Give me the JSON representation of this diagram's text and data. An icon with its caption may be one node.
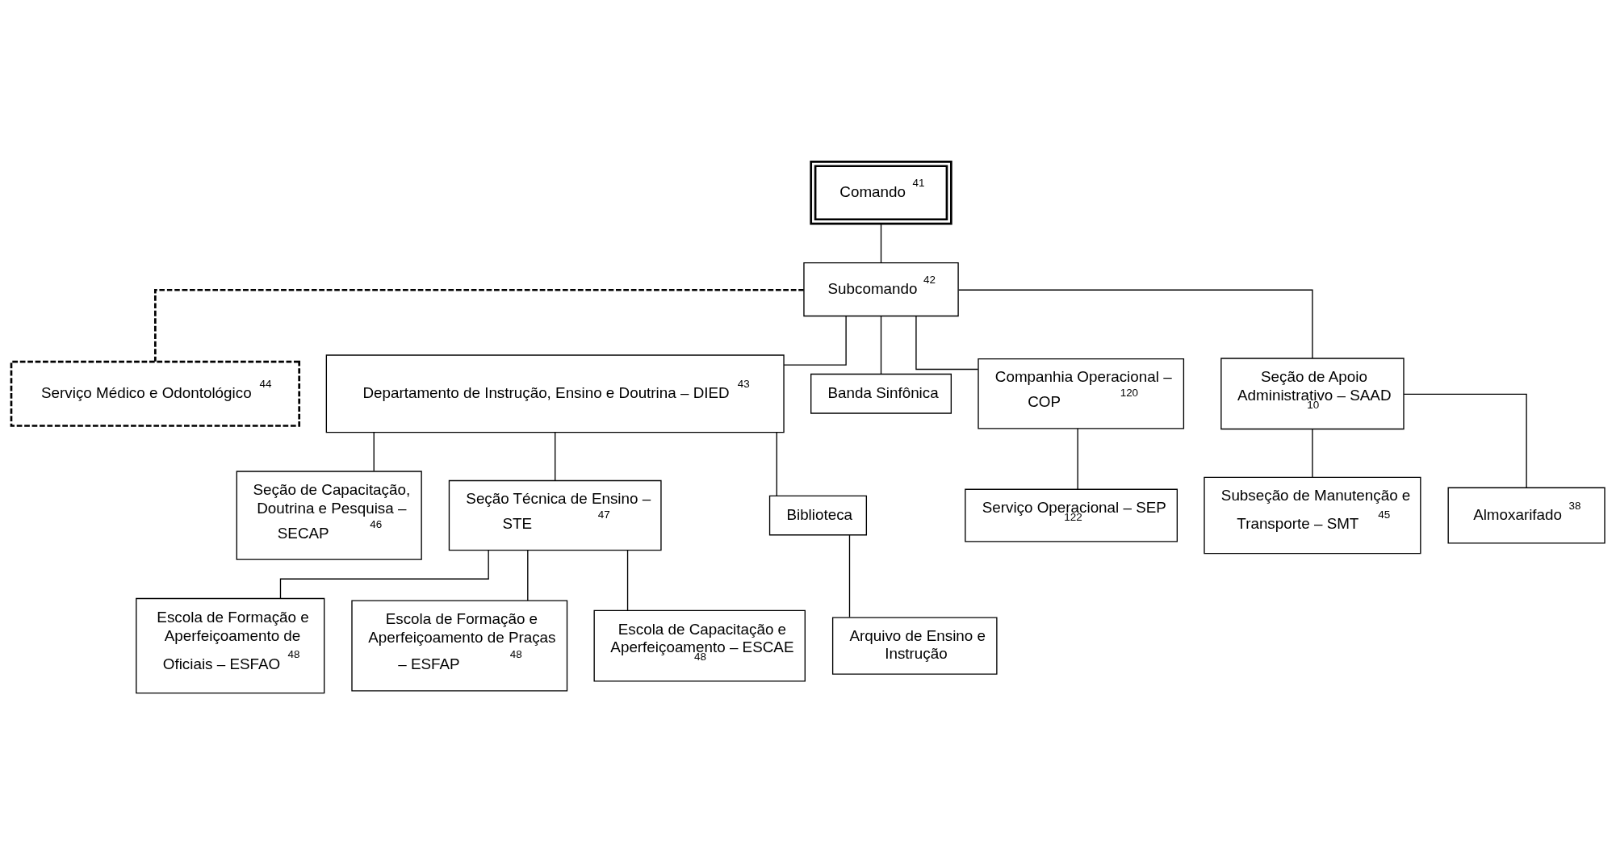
{
  "diagram": {
    "nodes": [
      {
        "text": [
          "Comando $^{41}$"
        ]
      },
      {
        "text": [
          "Subcomando $^{42}$"
        ]
      },
      {
        "text": [
          "Serviço Médico e Odontológico $^{44}$"
        ]
      },
      {
        "text": [
          "Departamento de Instrução, Ensino e Doutrina – DIED $^{43}$"
        ]
      },
      {
        "text": [
          "Banda Sinfônica"
        ]
      },
      {
        "text": [
          "Companhia Operacional – COP $^{120}$"
        ]
      },
      {
        "text": [
          "Seção de Apoio Administrativo – SAAD $^{10}$"
        ]
      },
      {
        "text": [
          "Seção de Capacitação, Doutrina e Pesquisa – SECAP $^{46}$"
        ]
      },
      {
        "text": [
          "Seção Técnica de Ensino – STE $^{47}$"
        ]
      },
      {
        "text": [
          "Biblioteca"
        ]
      },
      {
        "text": [
          "Serviço Operacional – SEP $^{122}$"
        ]
      },
      {
        "text": [
          "Subseção de Manutenção e Transporte – SMT $^{45}$"
        ]
      },
      {
        "text": [
          "Almoxarifado $^{38}$"
        ]
      },
      {
        "text": [
          "Escola de Formação e Aperfeiçoamento de Oficiais – ESFAO $^{48}$"
        ]
      },
      {
        "text": [
          "Escola de Formação e Aperfeiçoamento de Praças – ESFAP $^{48}$"
        ]
      },
      {
        "text": [
          "Escola de Capacitação e Aperfeiçoamento – ESCAE $^{48}$"
        ]
      },
      {
        "text": [
          "Arquivo de Ensino e Instrução"
        ]
      }
    ],
    "edges": [
      {
        "from": 0,
        "to": 1,
        "arrow": "none"
      },
      {
        "from": 1,
        "to": 2,
        "arrow": "none",
        "style": "dashed"
      },
      {
        "from": 1,
        "to": 3,
        "arrow": "none"
      },
      {
        "from": 1,
        "to": 4,
        "arrow": "none"
      },
      {
        "from": 1,
        "to": 5,
        "arrow": "none"
      },
      {
        "from": 1,
        "to": 6,
        "arrow": "none"
      },
      {
        "from": 3,
        "to": 7,
        "arrow": "none"
      },
      {
        "from": 3,
        "to": 8,
        "arrow": "none"
      },
      {
        "from": 3,
        "to": 9,
        "arrow": "none"
      },
      {
        "from": 5,
        "to": 10,
        "arrow": "none"
      },
      {
        "from": 6,
        "to": 11,
        "arrow": "none"
      },
      {
        "from": 6,
        "to": 12,
        "arrow": "none"
      },
      {
        "from": 8,
        "to": 13,
        "arrow": "none"
      },
      {
        "from": 8,
        "to": 14,
        "arrow": "none"
      },
      {
        "from": 8,
        "to": 15,
        "arrow": "none"
      },
      {
        "from": 9,
        "to": 16,
        "arrow": "none"
      }
    ]
  }
}
